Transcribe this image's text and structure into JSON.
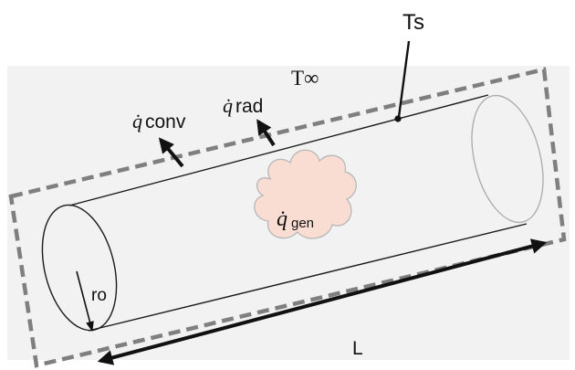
{
  "labels": {
    "t_surface": "Ts",
    "t_ambient": "T∞",
    "q_conv_symbol": "q̇",
    "q_conv_text": "conv",
    "q_rad_symbol": "q̇",
    "q_rad_text": "rad",
    "q_gen_symbol": "q̇",
    "q_gen_subscript": "gen",
    "radius": "ro",
    "length": "L"
  },
  "colors": {
    "background_panel": "#f2f2f2",
    "control_surface": "#7f7f7f",
    "cloud_fill": "#f9ddd3",
    "cloud_stroke": "#b7b7b7",
    "outline": "#1a1a1a"
  }
}
